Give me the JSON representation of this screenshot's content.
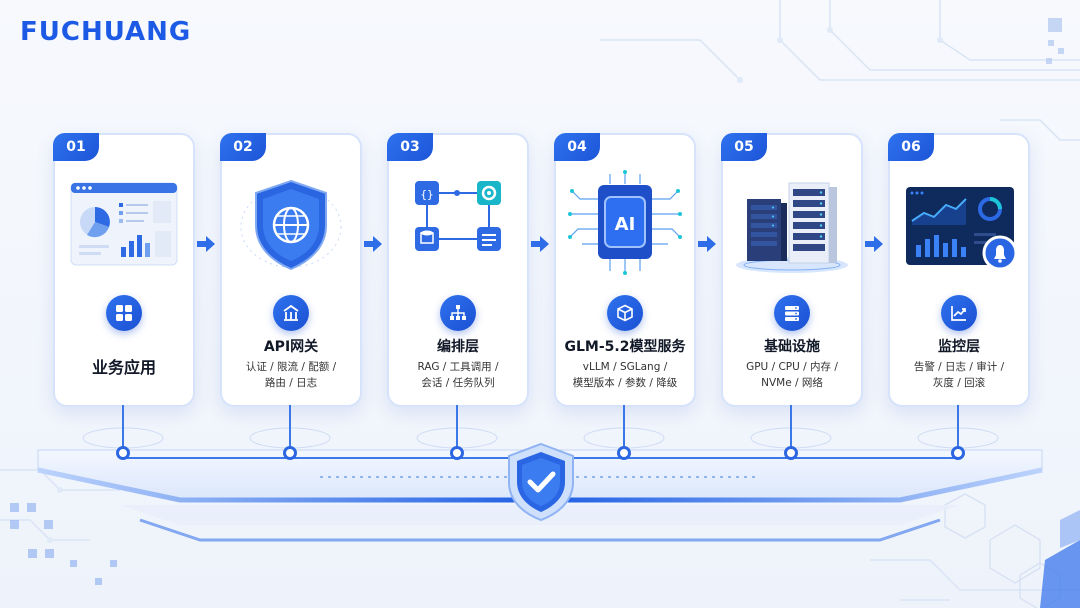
{
  "brand": {
    "logo_text": "FUCHUANG"
  },
  "colors": {
    "primary": "#1c5ae6",
    "accent_teal": "#1cc6d8",
    "line": "#3a78ea"
  },
  "flow": {
    "stages": [
      {
        "number": "01",
        "title": "业务应用",
        "desc_line1": "",
        "desc_line2": "",
        "icon": "grid-apps-icon",
        "illustration": "dashboard-window"
      },
      {
        "number": "02",
        "title": "API网关",
        "desc_line1": "认证 / 限流 / 配额 /",
        "desc_line2": "路由 / 日志",
        "icon": "gateway-icon",
        "illustration": "shield-globe"
      },
      {
        "number": "03",
        "title": "编排层",
        "desc_line1": "RAG / 工具调用 /",
        "desc_line2": "会话 / 任务队列",
        "icon": "org-chart-icon",
        "illustration": "workflow-blocks"
      },
      {
        "number": "04",
        "title": "GLM-5.2模型服务",
        "desc_line1": "vLLM / SGLang /",
        "desc_line2": "模型版本 / 参数 / 降级",
        "icon": "cube-icon",
        "illustration": "ai-chip"
      },
      {
        "number": "05",
        "title": "基础设施",
        "desc_line1": "GPU / CPU / 内存 /",
        "desc_line2": "NVMe / 网络",
        "icon": "server-icon",
        "illustration": "server-racks"
      },
      {
        "number": "06",
        "title": "监控层",
        "desc_line1": "告警 / 日志 / 审计 /",
        "desc_line2": "灰度 / 回滚",
        "icon": "chart-up-icon",
        "illustration": "monitor-dashboard-bell"
      }
    ]
  },
  "base": {
    "center_icon": "shield-check-icon"
  }
}
